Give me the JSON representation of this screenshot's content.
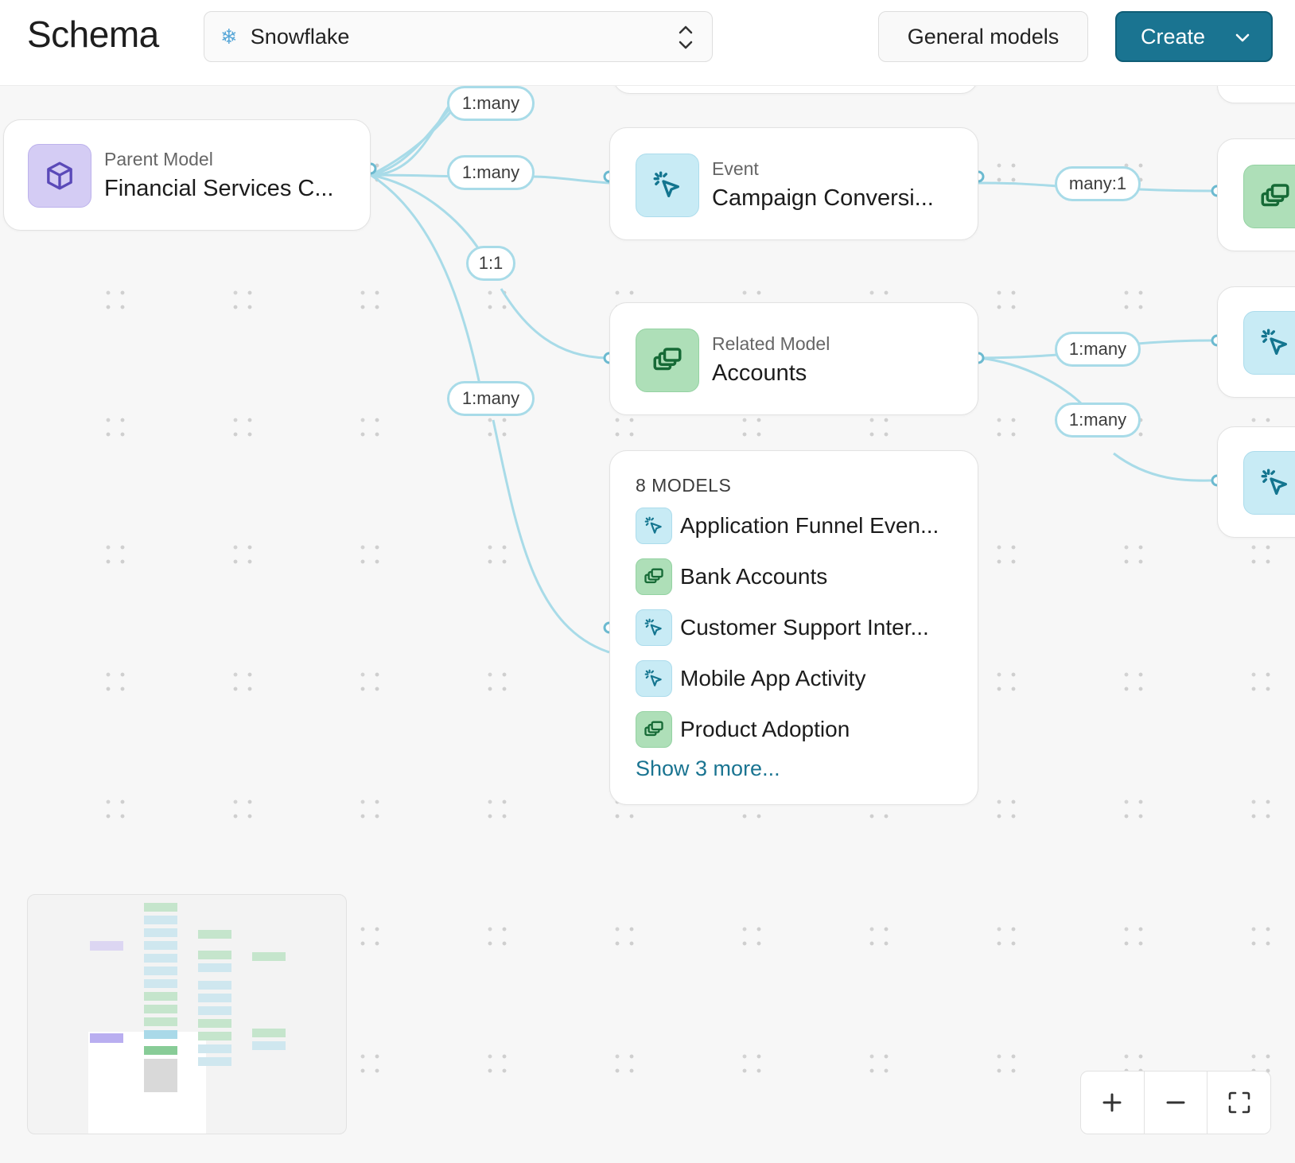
{
  "header": {
    "title": "Schema",
    "source": {
      "label": "Snowflake",
      "icon": "snowflake-icon"
    },
    "general_models_label": "General models",
    "create_label": "Create"
  },
  "nodes": {
    "parent": {
      "kind": "Parent Model",
      "name": "Financial Services C...",
      "icon": "cube-icon"
    },
    "event": {
      "kind": "Event",
      "name": "Campaign Conversi...",
      "icon": "cursor-click-icon"
    },
    "related": {
      "kind": "Related Model",
      "name": "Accounts",
      "icon": "stack-icon"
    }
  },
  "relationships": {
    "r1": "1:many",
    "r2": "1:many",
    "r3": "1:1",
    "r4": "1:many",
    "r5": "many:1",
    "r6": "1:many",
    "r7": "1:many"
  },
  "group": {
    "title": "8 MODELS",
    "items": [
      {
        "label": "Application Funnel Even...",
        "icon": "cursor-click-icon"
      },
      {
        "label": "Bank Accounts",
        "icon": "stack-icon"
      },
      {
        "label": "Customer Support Inter...",
        "icon": "cursor-click-icon"
      },
      {
        "label": "Mobile App Activity",
        "icon": "cursor-click-icon"
      },
      {
        "label": "Product Adoption",
        "icon": "stack-icon"
      }
    ],
    "show_more": "Show 3 more..."
  },
  "colors": {
    "accent": "#1a7491",
    "edge": "#a8dbe8",
    "parent_model": "#d4ccf4",
    "event": "#c8ebf5",
    "related_model": "#aedfb8"
  },
  "zoom_controls": [
    "zoom-in",
    "zoom-out",
    "fit-view"
  ]
}
